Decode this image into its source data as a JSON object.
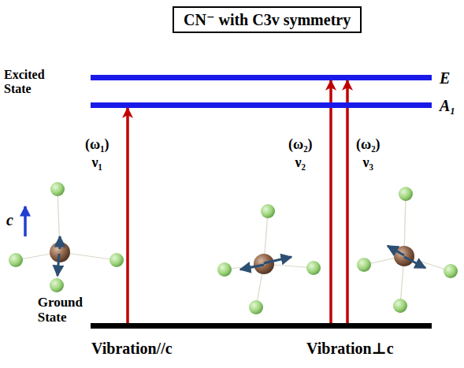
{
  "diagram": {
    "title": "CN⁻ with C3v symmetry",
    "nodes": [
      {
        "text": [
          "E"
        ]
      },
      {
        "text": [
          "A₁"
        ]
      },
      {
        "text": [
          "Ground State"
        ]
      }
    ],
    "edges": [
      {
        "from": 2,
        "to": 1,
        "arrow": "to",
        "label": "(ω₁) ν₁"
      },
      {
        "from": 2,
        "to": 0,
        "arrow": "to",
        "label": "(ω₂) ν₂"
      },
      {
        "from": 2,
        "to": 0,
        "arrow": "to",
        "label": "(ω₂) ν₃"
      }
    ],
    "labels": [
      "Excited State",
      "c⃗",
      "Vibration//c⃗",
      "Vibration⊥c⃗"
    ]
  }
}
